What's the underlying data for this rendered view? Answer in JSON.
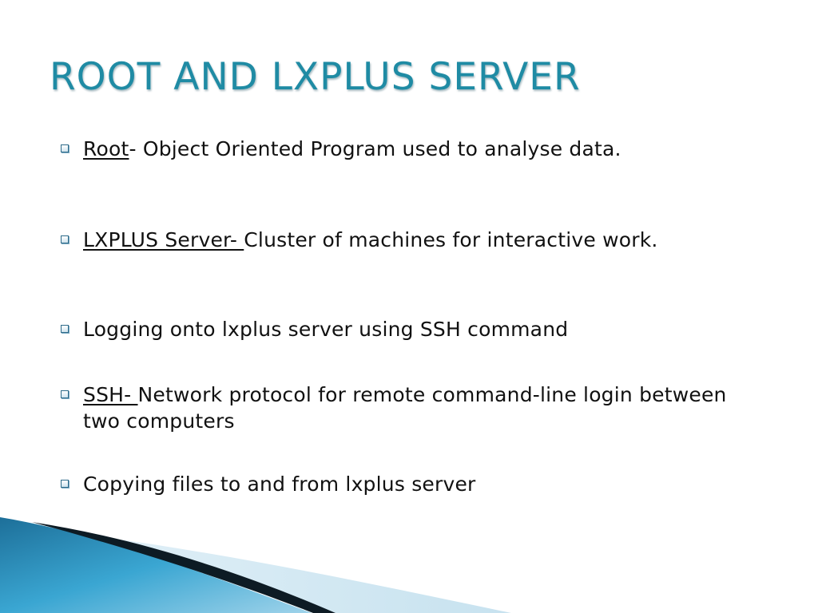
{
  "slide": {
    "title": "ROOT AND LXPLUS SERVER",
    "bullets": [
      {
        "lead": "Root",
        "rest": "- Object Oriented Program used to analyse data."
      },
      {
        "lead": "LXPLUS Server- ",
        "rest": "Cluster of machines for interactive work."
      },
      {
        "lead": "",
        "rest": "Logging onto lxplus server using SSH command"
      },
      {
        "lead": "SSH- ",
        "rest": "Network protocol for remote command-line login between two computers"
      },
      {
        "lead": "",
        "rest": "Copying files to and from lxplus server"
      }
    ]
  },
  "colors": {
    "title": "#1f8ba4",
    "text": "#111111",
    "marker_border": "#2e6b8a",
    "swoosh_blue": "#2a8fbf",
    "swoosh_dark": "#0d1b24",
    "swoosh_light": "#cfe6f1"
  },
  "icons": {
    "bullet_marker": "square-bullet-icon"
  }
}
